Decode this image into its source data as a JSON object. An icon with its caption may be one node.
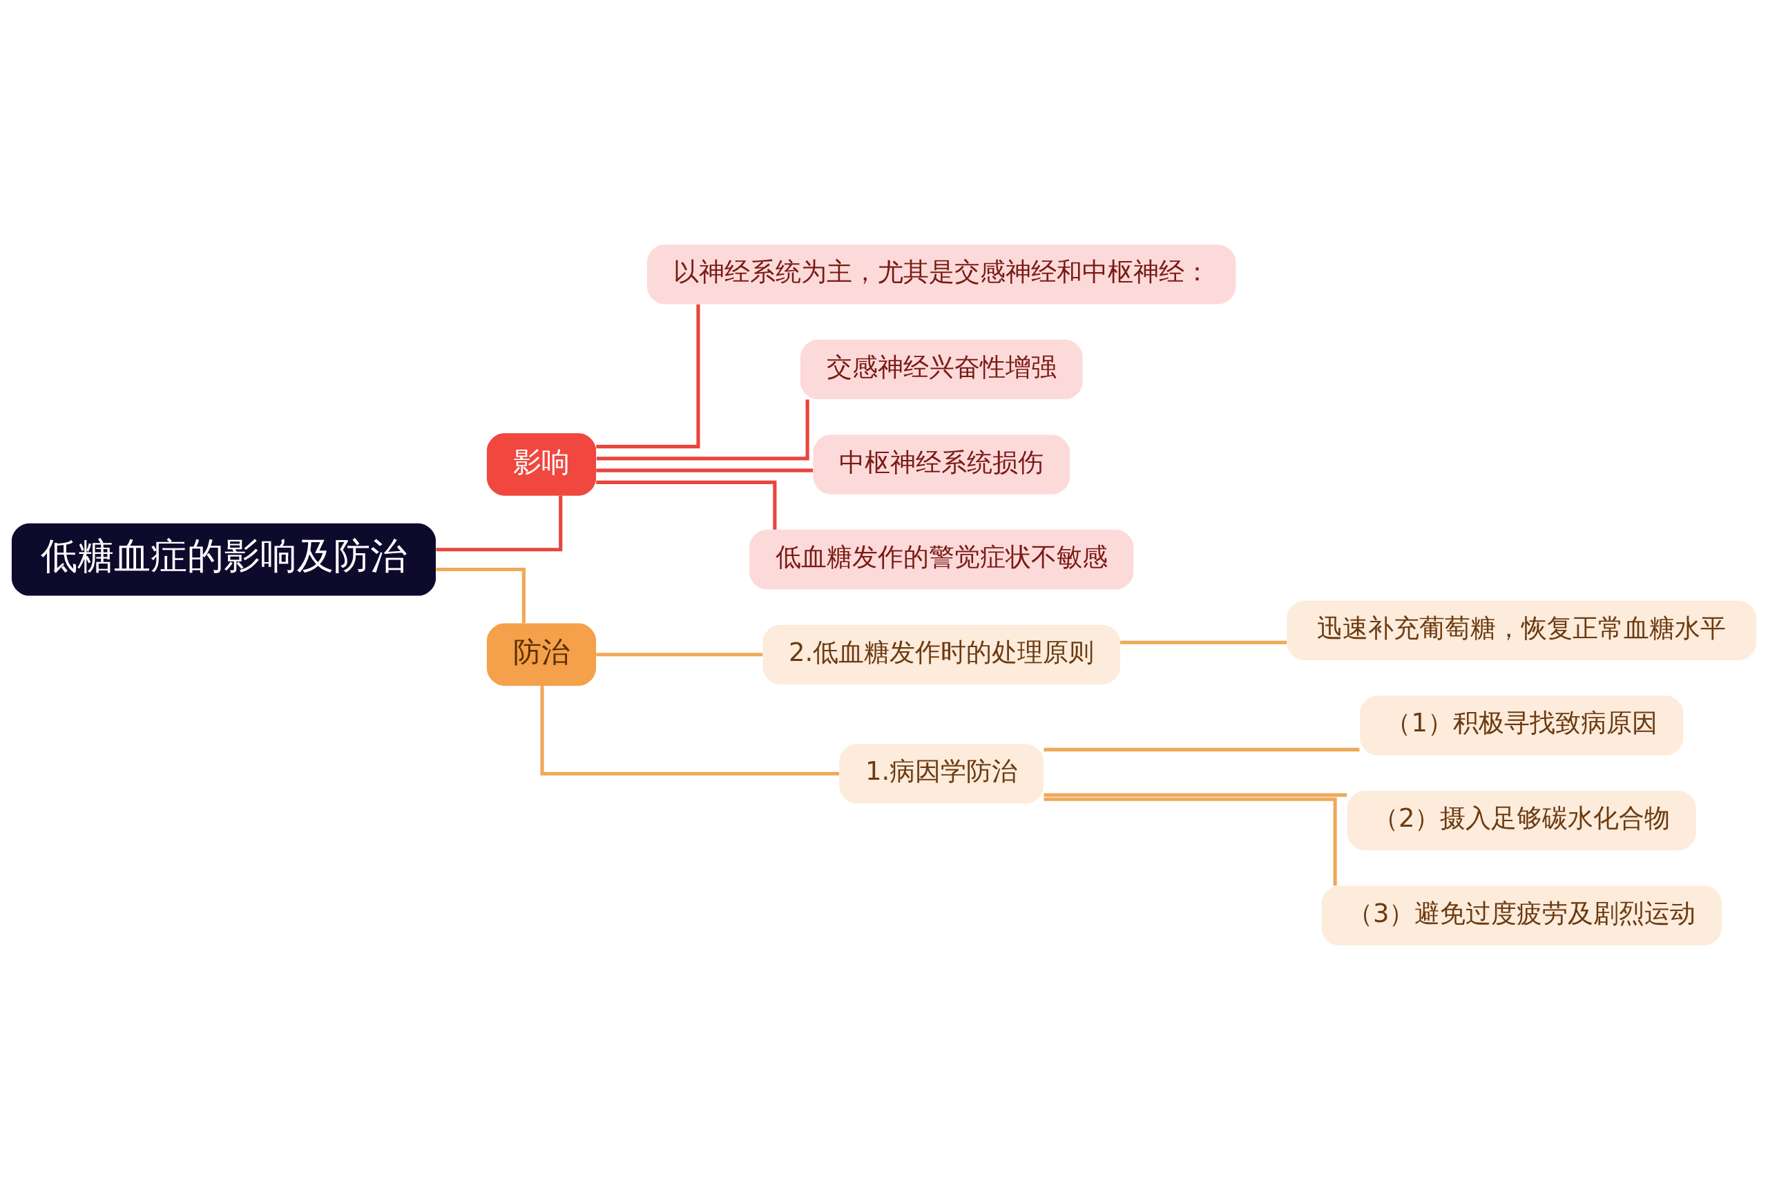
{
  "diagram": {
    "nodes": [
      {
        "text": [
          "低糖血症的影响及防治"
        ]
      },
      {
        "text": [
          "影响"
        ]
      },
      {
        "text": [
          "以神经系统为主，尤其是交感神经和中枢神经："
        ]
      },
      {
        "text": [
          "交感神经兴奋性增强"
        ]
      },
      {
        "text": [
          "中枢神经系统损伤"
        ]
      },
      {
        "text": [
          "低血糖发作的警觉症状不敏感"
        ]
      },
      {
        "text": [
          "防治"
        ]
      },
      {
        "text": [
          "2.低血糖发作时的处理原则"
        ]
      },
      {
        "text": [
          "迅速补充葡萄糖，恢复正常血糖水平"
        ]
      },
      {
        "text": [
          "1.病因学防治"
        ]
      },
      {
        "text": [
          "（1）积极寻找致病原因"
        ]
      },
      {
        "text": [
          "（2）摄入足够碳水化合物"
        ]
      },
      {
        "text": [
          "（3）避免过度疲劳及剧烈运动"
        ]
      }
    ],
    "edges": [
      {
        "from": 0,
        "to": 1,
        "arrow": "none",
        "color": "#e8453c"
      },
      {
        "from": 1,
        "to": 2,
        "arrow": "none",
        "color": "#e8453c"
      },
      {
        "from": 1,
        "to": 3,
        "arrow": "none",
        "color": "#e8453c"
      },
      {
        "from": 1,
        "to": 4,
        "arrow": "none",
        "color": "#e8453c"
      },
      {
        "from": 1,
        "to": 5,
        "arrow": "none",
        "color": "#e8453c"
      },
      {
        "from": 0,
        "to": 6,
        "arrow": "none"
      },
      {
        "from": 6,
        "to": 7,
        "arrow": "none"
      },
      {
        "from": 7,
        "to": 8,
        "arrow": "none"
      },
      {
        "from": 6,
        "to": 9,
        "arrow": "none"
      },
      {
        "from": 9,
        "to": 10,
        "arrow": "none"
      },
      {
        "from": 9,
        "to": 11,
        "arrow": "none"
      },
      {
        "from": 9,
        "to": 12,
        "arrow": "none"
      }
    ]
  }
}
